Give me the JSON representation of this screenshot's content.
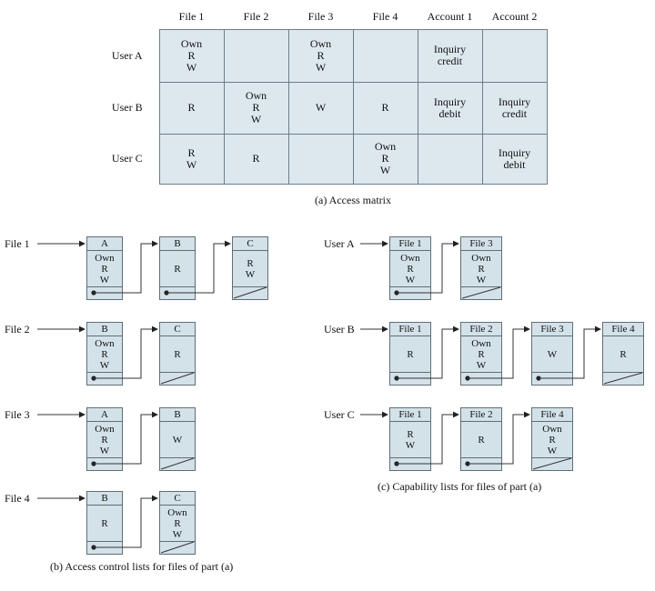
{
  "figure": {
    "caption_a": "(a) Access matrix",
    "caption_b": "(b) Access control lists for files of part (a)",
    "caption_c": "(c) Capability lists for files of part (a)"
  },
  "matrix": {
    "col_headers": [
      "File 1",
      "File 2",
      "File 3",
      "File 4",
      "Account 1",
      "Account 2"
    ],
    "row_headers": [
      "User A",
      "User B",
      "User C"
    ],
    "rows": [
      [
        "Own\nR\nW",
        "",
        "Own\nR\nW",
        "",
        "Inquiry\ncredit",
        ""
      ],
      [
        "R",
        "Own\nR\nW",
        "W",
        "R",
        "Inquiry\ndebit",
        "Inquiry\ncredit"
      ],
      [
        "R\nW",
        "R",
        "",
        "Own\nR\nW",
        "",
        "Inquiry\ndebit"
      ]
    ]
  },
  "acl": {
    "lists": [
      {
        "label": "File 1",
        "nodes": [
          {
            "head": "A",
            "body": "Own\nR\nW"
          },
          {
            "head": "B",
            "body": "R"
          },
          {
            "head": "C",
            "body": "R\nW"
          }
        ]
      },
      {
        "label": "File 2",
        "nodes": [
          {
            "head": "B",
            "body": "Own\nR\nW"
          },
          {
            "head": "C",
            "body": "R"
          }
        ]
      },
      {
        "label": "File 3",
        "nodes": [
          {
            "head": "A",
            "body": "Own\nR\nW"
          },
          {
            "head": "B",
            "body": "W"
          }
        ]
      },
      {
        "label": "File 4",
        "nodes": [
          {
            "head": "B",
            "body": "R"
          },
          {
            "head": "C",
            "body": "Own\nR\nW"
          }
        ]
      }
    ]
  },
  "cap": {
    "lists": [
      {
        "label": "User A",
        "nodes": [
          {
            "head": "File 1",
            "body": "Own\nR\nW"
          },
          {
            "head": "File 3",
            "body": "Own\nR\nW"
          }
        ]
      },
      {
        "label": "User B",
        "nodes": [
          {
            "head": "File 1",
            "body": "R"
          },
          {
            "head": "File 2",
            "body": "Own\nR\nW"
          },
          {
            "head": "File 3",
            "body": "W"
          },
          {
            "head": "File 4",
            "body": "R"
          }
        ]
      },
      {
        "label": "User C",
        "nodes": [
          {
            "head": "File 1",
            "body": "R\nW"
          },
          {
            "head": "File 2",
            "body": "R"
          },
          {
            "head": "File 4",
            "body": "Own\nR\nW"
          }
        ]
      }
    ]
  }
}
